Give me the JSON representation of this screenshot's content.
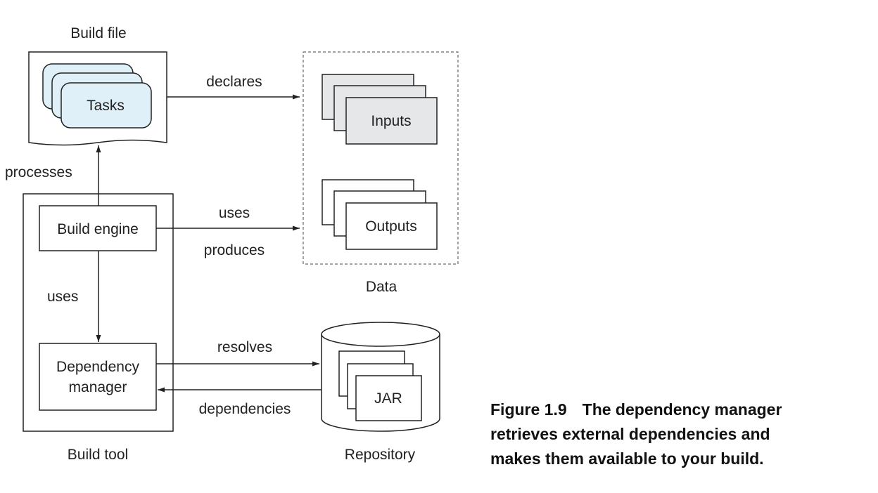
{
  "labels": {
    "build_file": "Build file",
    "tasks": "Tasks",
    "processes": "processes",
    "build_engine": "Build engine",
    "uses_data": "uses",
    "produces": "produces",
    "declares": "declares",
    "uses_dependency": "uses",
    "dependency_manager_line1": "Dependency",
    "dependency_manager_line2": "manager",
    "build_tool": "Build tool",
    "inputs": "Inputs",
    "outputs": "Outputs",
    "data": "Data",
    "resolves": "resolves",
    "dependencies": "dependencies",
    "jar": "JAR",
    "repository": "Repository"
  },
  "caption": {
    "number": "Figure 1.9",
    "line1": "The dependency manager",
    "line2": "retrieves external dependencies and",
    "line3": "makes them available to your build."
  },
  "colors": {
    "tasks_fill": "#dff0f9",
    "inputs_fill": "#e6e7e8",
    "stroke": "#222222"
  }
}
